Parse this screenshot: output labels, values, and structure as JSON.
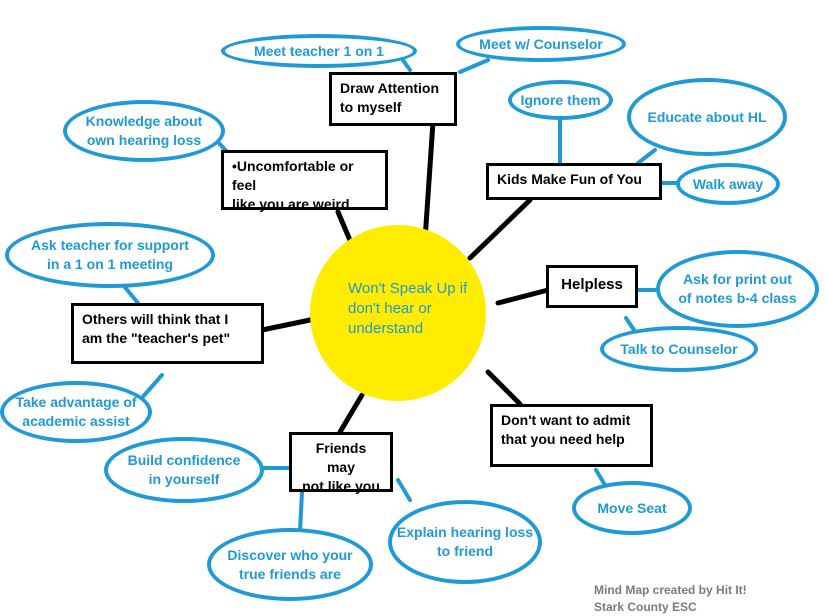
{
  "center": {
    "text": "Won't Speak Up if\ndon't hear or\nunderstand"
  },
  "nodes": {
    "draw_attention": "Draw Attention\nto myself",
    "uncomfortable": "•Uncomfortable or feel\nlike you are weird",
    "kids_make_fun": "Kids Make Fun of You",
    "helpless": "Helpless",
    "others_think": "Others will think that I\nam the \"teacher's pet\"",
    "dont_want_admit": "Don't want to admit\nthat you need help",
    "friends_may_not": "Friends may\nnot like you"
  },
  "bubbles": {
    "meet_teacher": "Meet teacher 1 on 1",
    "meet_counselor": "Meet w/ Counselor",
    "knowledge": "Knowledge about\nown hearing loss",
    "ignore_them": "Ignore them",
    "educate_hl": "Educate about HL",
    "walk_away": "Walk away",
    "ask_teacher": "Ask teacher for support\nin a 1 on 1 meeting",
    "ask_print": "Ask for print out\nof notes b-4 class",
    "talk_counselor": "Talk to Counselor",
    "take_advantage": "Take advantage of\nacademic assist",
    "build_confidence": "Build confidence\nin yourself",
    "explain_hl": "Explain hearing loss\nto friend",
    "discover_friends": "Discover who your\ntrue friends are",
    "move_seat": "Move Seat"
  },
  "footer": {
    "credit": "Mind Map created by Hit It!\nStark County ESC"
  },
  "colors": {
    "bubble": "#1f9ad6",
    "hub": "#ffec00",
    "box_border": "#000000"
  }
}
